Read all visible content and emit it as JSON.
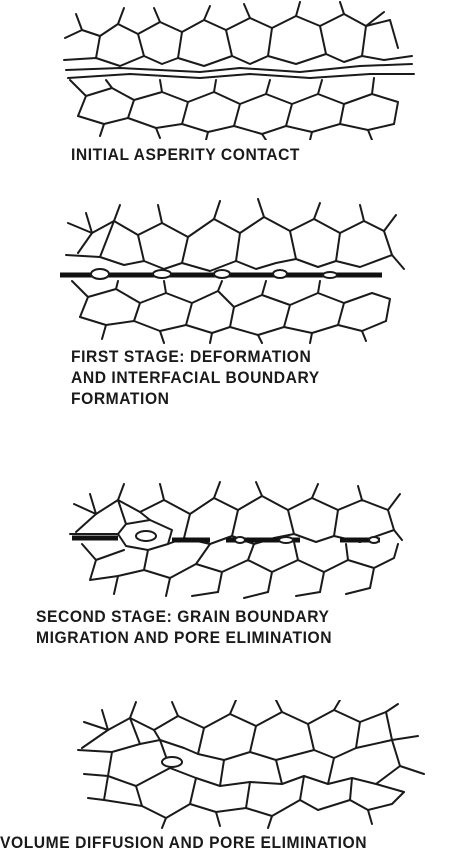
{
  "stages": [
    {
      "caption_lines": [
        "INITIAL ASPERITY CONTACT"
      ]
    },
    {
      "caption_lines": [
        "FIRST STAGE: DEFORMATION",
        "AND INTERFACIAL BOUNDARY",
        "FORMATION"
      ]
    },
    {
      "caption_lines": [
        "SECOND STAGE: GRAIN BOUNDARY",
        "MIGRATION AND PORE ELIMINATION"
      ]
    },
    {
      "caption_lines": [
        "VOLUME DIFFUSION AND PORE ELIMINATION"
      ]
    }
  ]
}
